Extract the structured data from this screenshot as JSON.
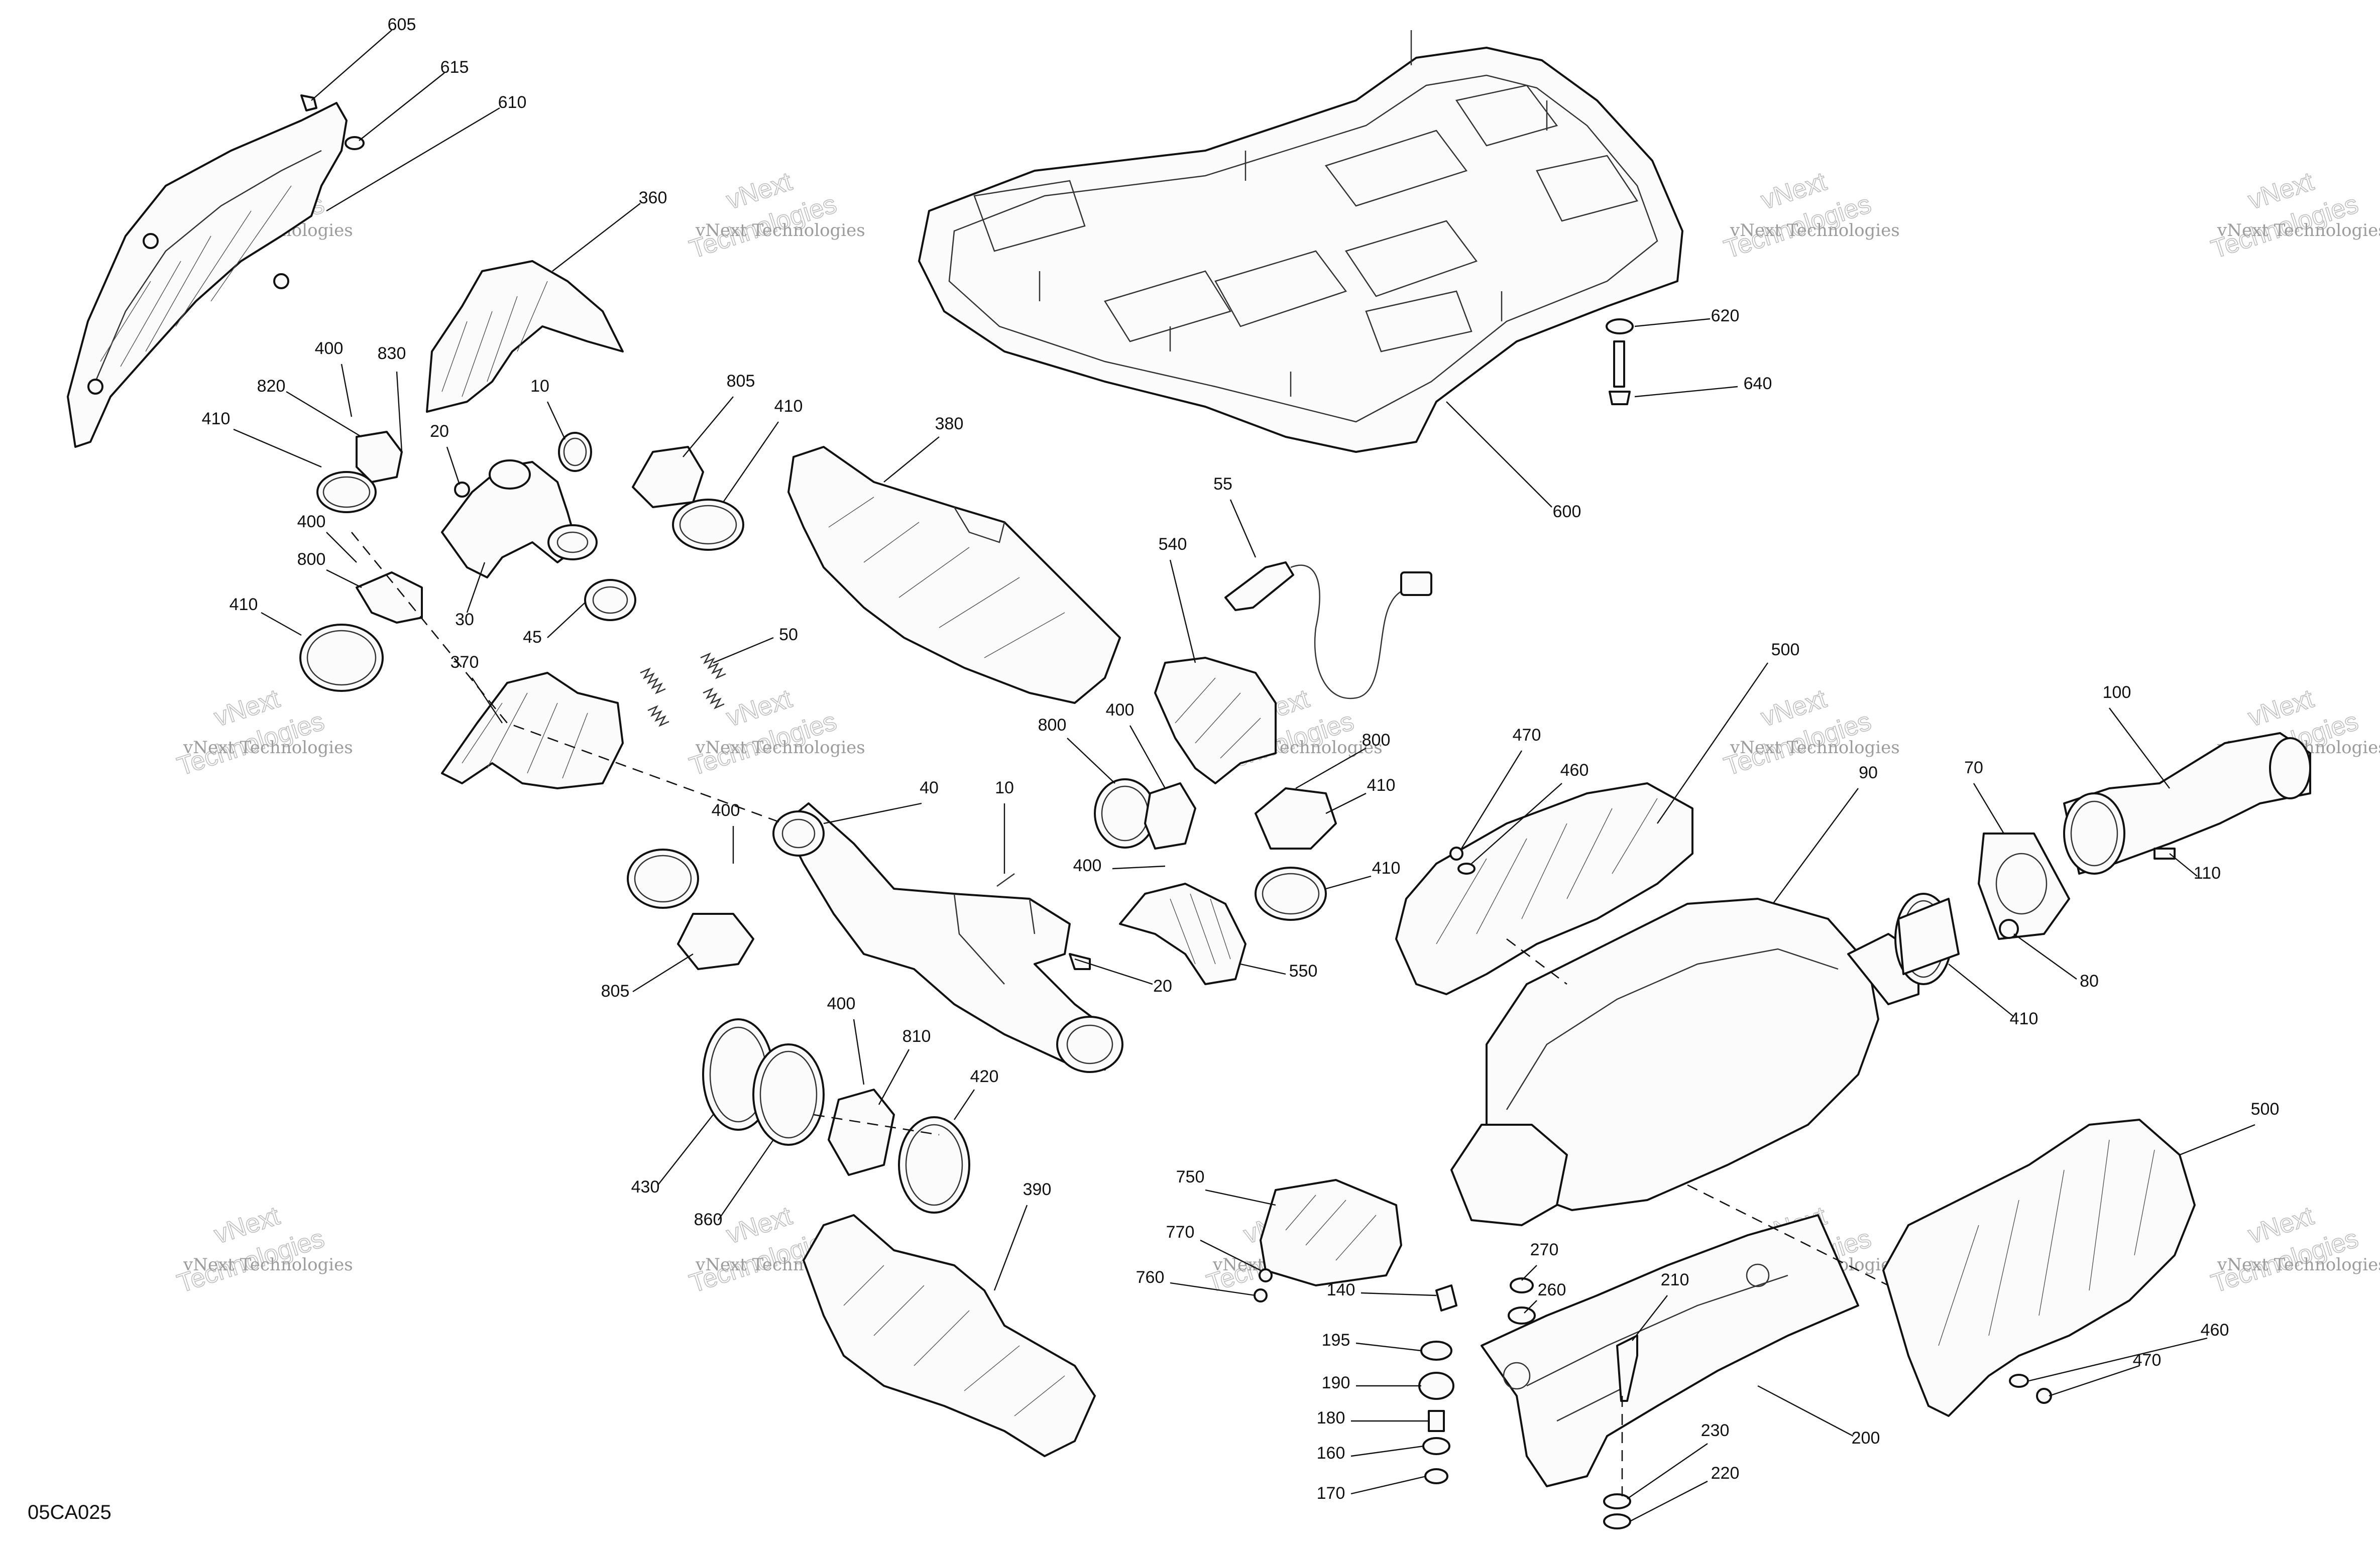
{
  "drawing_id": "05CA025",
  "watermark": {
    "line1": "vNext Technologies",
    "big_line1": "vNext",
    "big_line2": "Technologies"
  },
  "callouts": [
    "605",
    "615",
    "610",
    "360",
    "400",
    "830",
    "820",
    "410",
    "10",
    "20",
    "805",
    "410",
    "380",
    "55",
    "620",
    "640",
    "600",
    "800",
    "400",
    "410",
    "30",
    "45",
    "370",
    "50",
    "540",
    "500",
    "470",
    "460",
    "90",
    "70",
    "100",
    "110",
    "80",
    "410",
    "800",
    "400",
    "800",
    "410",
    "400",
    "410",
    "40",
    "10",
    "400",
    "20",
    "550",
    "805",
    "400",
    "810",
    "420",
    "430",
    "860",
    "750",
    "770",
    "760",
    "140",
    "270",
    "260",
    "210",
    "195",
    "190",
    "180",
    "160",
    "170",
    "230",
    "220",
    "200",
    "390",
    "500",
    "460",
    "470"
  ]
}
